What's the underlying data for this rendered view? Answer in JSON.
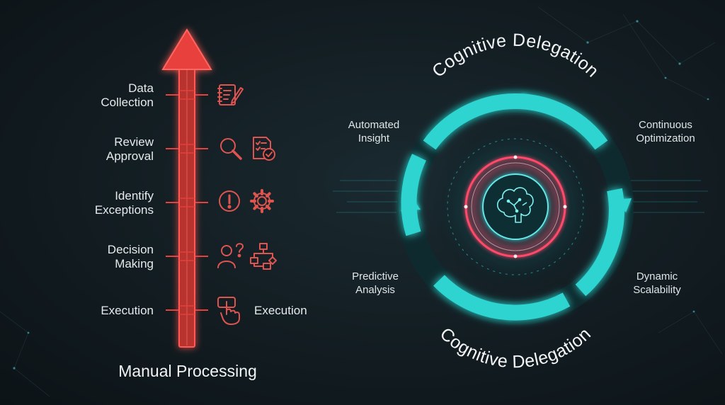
{
  "manual": {
    "title": "Manual Processing",
    "stages": [
      {
        "lines": [
          "Data",
          "Collection"
        ],
        "icons": [
          "notepad-pen-icon"
        ],
        "caption": ""
      },
      {
        "lines": [
          "Review",
          "Approval"
        ],
        "icons": [
          "magnifier-icon",
          "checklist-approved-icon"
        ],
        "caption": ""
      },
      {
        "lines": [
          "Identify",
          "Exceptions"
        ],
        "icons": [
          "exclamation-circle-icon",
          "gear-icon"
        ],
        "caption": ""
      },
      {
        "lines": [
          "Decision",
          "Making"
        ],
        "icons": [
          "person-question-icon",
          "flowchart-icon"
        ],
        "caption": ""
      },
      {
        "lines": [
          "Execution"
        ],
        "icons": [
          "hand-press-button-icon"
        ],
        "caption": "Execution"
      }
    ]
  },
  "cognitive": {
    "arc_top": "Cognitive Delegation",
    "arc_bottom": "Cognitive Delegation",
    "center_icon": "brain-circuit-icon",
    "labels": {
      "top_left": [
        "Automated",
        "Insight"
      ],
      "top_right": [
        "Continuous",
        "Optimization"
      ],
      "bottom_left": [
        "Predictive",
        "Analysis"
      ],
      "bottom_right": [
        "Dynamic",
        "Scalability"
      ]
    }
  },
  "colors": {
    "arrow_red": "#e8413c",
    "icon_red": "#e05450",
    "cycle_cyan": "#2fd4d0",
    "inner_pink": "#ff4a6a",
    "core_cyan": "#5fe8e8"
  }
}
